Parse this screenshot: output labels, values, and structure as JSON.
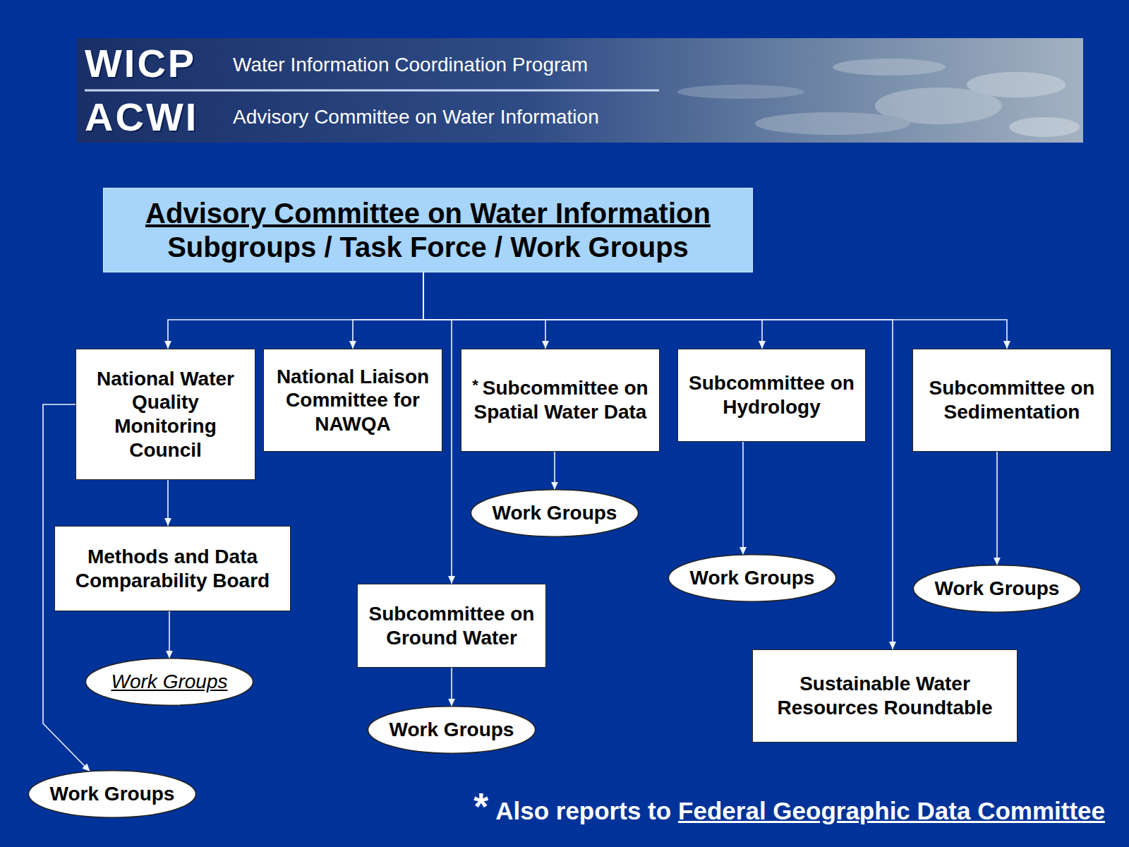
{
  "diagram": {
    "nodes": [
      {
        "text": [
          "Advisory Committee on Water Information",
          "Subgroups / Task Force / Work Groups"
        ]
      },
      {
        "text": [
          "National Water Quality Monitoring Council"
        ]
      },
      {
        "text": [
          "National Liaison Committee for NAWQA"
        ]
      },
      {
        "text": [
          "*",
          "Subcommittee on Spatial Water Data"
        ]
      },
      {
        "text": [
          "Subcommittee on Hydrology"
        ]
      },
      {
        "text": [
          "Subcommittee on Sedimentation"
        ]
      },
      {
        "text": [
          "Methods and Data Comparability Board"
        ]
      },
      {
        "text": [
          "Subcommittee on Ground Water"
        ]
      },
      {
        "text": [
          "Sustainable Water Resources Roundtable"
        ]
      },
      {
        "text": [
          "Work Groups"
        ]
      },
      {
        "text": [
          "Work Groups"
        ]
      },
      {
        "text": [
          "Work Groups"
        ]
      },
      {
        "text": [
          "Work Groups"
        ]
      },
      {
        "text": [
          "Work Groups"
        ]
      },
      {
        "text": [
          "Work Groups"
        ]
      }
    ],
    "edges": [
      {
        "from": 0,
        "to": 1,
        "arrow": "to"
      },
      {
        "from": 0,
        "to": 2,
        "arrow": "to"
      },
      {
        "from": 0,
        "to": 3,
        "arrow": "to"
      },
      {
        "from": 0,
        "to": 4,
        "arrow": "to"
      },
      {
        "from": 0,
        "to": 5,
        "arrow": "to"
      },
      {
        "from": 0,
        "to": 7,
        "arrow": "to"
      },
      {
        "from": 0,
        "to": 8,
        "arrow": "to"
      },
      {
        "from": 1,
        "to": 6,
        "arrow": "to"
      },
      {
        "from": 6,
        "to": 12,
        "arrow": "to"
      },
      {
        "from": 1,
        "to": 14,
        "arrow": "to"
      },
      {
        "from": 3,
        "to": 9,
        "arrow": "to"
      },
      {
        "from": 4,
        "to": 10,
        "arrow": "to"
      },
      {
        "from": 5,
        "to": 11,
        "arrow": "to"
      },
      {
        "from": 7,
        "to": 13,
        "arrow": "to"
      }
    ],
    "labels": [
      "WICP",
      "Water Information Coordination Program",
      "ACWI",
      "Advisory Committee on Water Information",
      "*",
      "Also reports to",
      "Federal Geographic Data Committee"
    ]
  }
}
